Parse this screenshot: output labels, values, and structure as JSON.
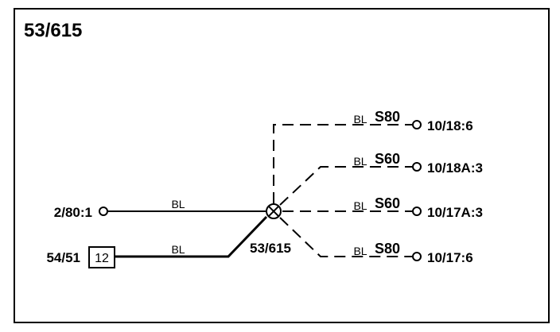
{
  "diagram": {
    "title": "53/615",
    "node_label": "53/615",
    "left_connectors": [
      {
        "id": "2/80:1",
        "wire_color": "BL"
      },
      {
        "id": "54/51",
        "pin": "12",
        "wire_color": "BL"
      }
    ],
    "right_connectors": [
      {
        "id": "10/18:6",
        "wire_color": "BL",
        "variant": "S80"
      },
      {
        "id": "10/18A:3",
        "wire_color": "BL",
        "variant": "S60"
      },
      {
        "id": "10/17A:3",
        "wire_color": "BL",
        "variant": "S60"
      },
      {
        "id": "10/17:6",
        "wire_color": "BL",
        "variant": "S80"
      }
    ],
    "line_style": {
      "solid": "connected in all variants",
      "dashed": "variant-dependent"
    },
    "colors": {
      "ink": "#000000",
      "background": "#ffffff"
    }
  }
}
